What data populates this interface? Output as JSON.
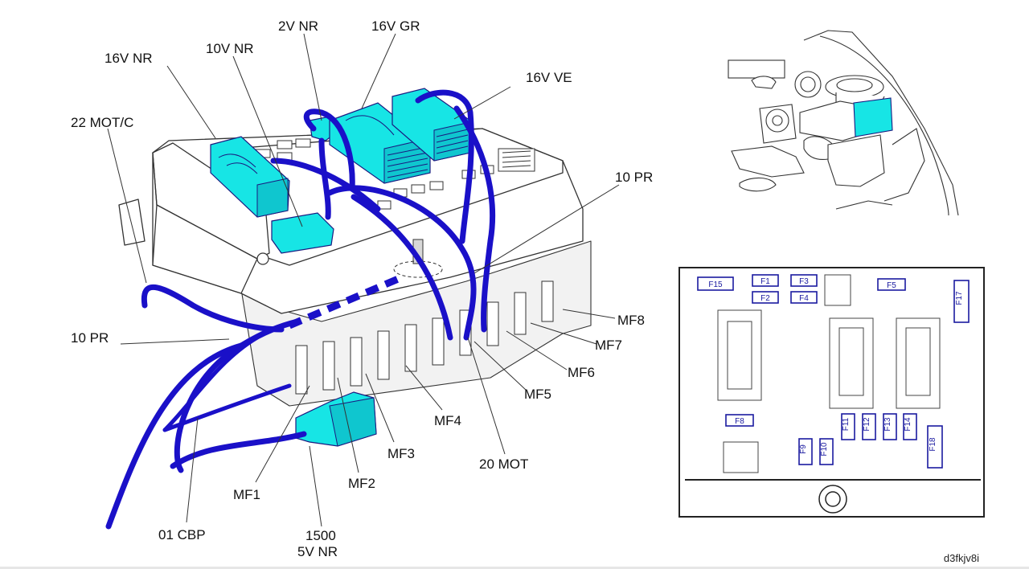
{
  "callouts": {
    "c_16v_nr": "16V NR",
    "c_10v_nr": "10V NR",
    "c_2v_nr": "2V NR",
    "c_16v_gr": "16V GR",
    "c_16v_ve": "16V VE",
    "c_22_mot_c": "22 MOT/C",
    "c_10_pr_right": "10 PR",
    "c_10_pr_left": "10 PR",
    "c_mf8": "MF8",
    "c_mf7": "MF7",
    "c_mf6": "MF6",
    "c_mf5": "MF5",
    "c_mf4": "MF4",
    "c_mf3": "MF3",
    "c_mf2": "MF2",
    "c_mf1": "MF1",
    "c_20_mot": "20 MOT",
    "c_01_cbp": "01 CBP",
    "c_1500": "1500",
    "c_5v_nr": "5V NR"
  },
  "fuse_panel": {
    "f15": "F15",
    "f1": "F1",
    "f3": "F3",
    "f2": "F2",
    "f4": "F4",
    "f5": "F5",
    "f17": "F17",
    "f8": "F8",
    "f11": "F11",
    "f12": "F12",
    "f13": "F13",
    "f14": "F14",
    "f9": "F9",
    "f10": "F10",
    "f18": "F18"
  },
  "footer_code": "d3fkjv8i",
  "colors": {
    "wire": "#1a10c8",
    "fuse": "#17e5e5",
    "panel_label": "#1a1aa0"
  }
}
